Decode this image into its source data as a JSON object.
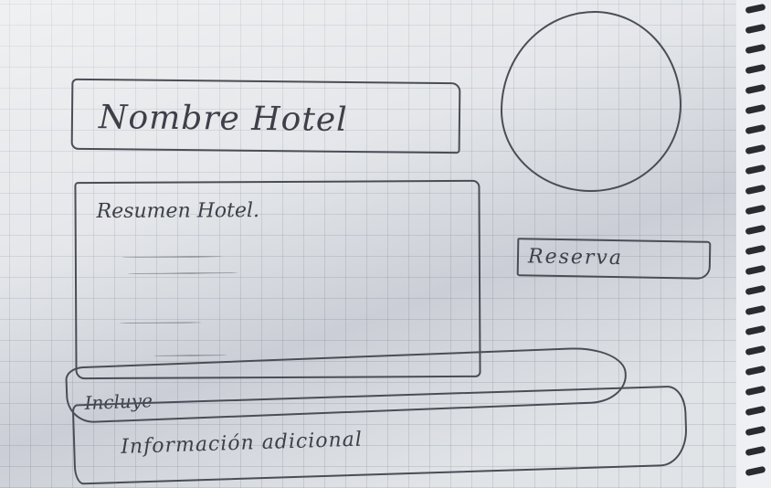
{
  "header": {
    "hotel_name": "Nombre Hotel"
  },
  "summary": {
    "title": "Resumen Hotel."
  },
  "actions": {
    "reserve_label": "Reserva"
  },
  "sections": {
    "includes_label": "Incluye",
    "additional_label": "Información adicional"
  }
}
